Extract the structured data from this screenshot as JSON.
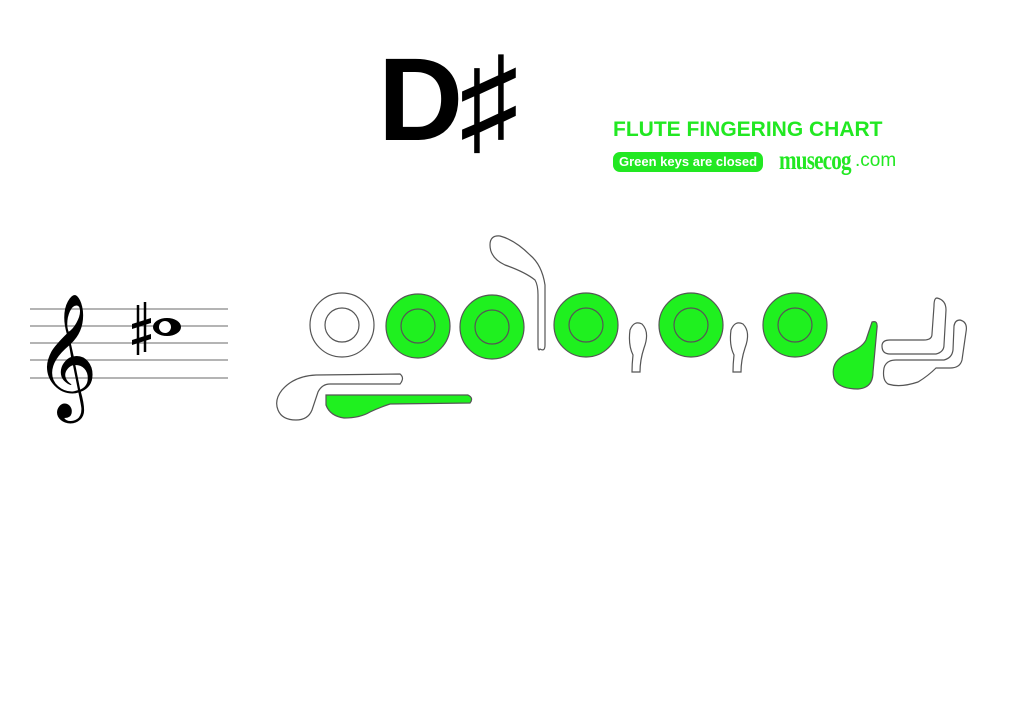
{
  "note": {
    "label": "D♯",
    "staff_accidental": "♯",
    "clef": "treble"
  },
  "header": {
    "chart_title": "FLUTE FINGERING CHART",
    "legend_text": "Green keys are closed",
    "brand_name": "musecog",
    "brand_tld": ".com"
  },
  "colors": {
    "closed_key": "#1ff01f",
    "brand_green": "#22e822",
    "outline": "#555555",
    "text": "#000000"
  },
  "keys": [
    {
      "name": "thumb-b-flat-lever",
      "state": "open"
    },
    {
      "name": "thumb-b-key",
      "state": "closed"
    },
    {
      "name": "left-hand-ring-1",
      "state": "open"
    },
    {
      "name": "left-hand-ring-2",
      "state": "closed"
    },
    {
      "name": "left-hand-ring-3",
      "state": "closed"
    },
    {
      "name": "g-sharp-lever",
      "state": "open"
    },
    {
      "name": "left-hand-ring-4",
      "state": "closed"
    },
    {
      "name": "trill-key-1",
      "state": "open"
    },
    {
      "name": "right-hand-ring-1",
      "state": "closed"
    },
    {
      "name": "trill-key-2",
      "state": "open"
    },
    {
      "name": "right-hand-ring-2",
      "state": "closed"
    },
    {
      "name": "d-sharp-key",
      "state": "closed"
    },
    {
      "name": "foot-c-sharp-key",
      "state": "open"
    },
    {
      "name": "foot-c-key",
      "state": "open"
    }
  ]
}
